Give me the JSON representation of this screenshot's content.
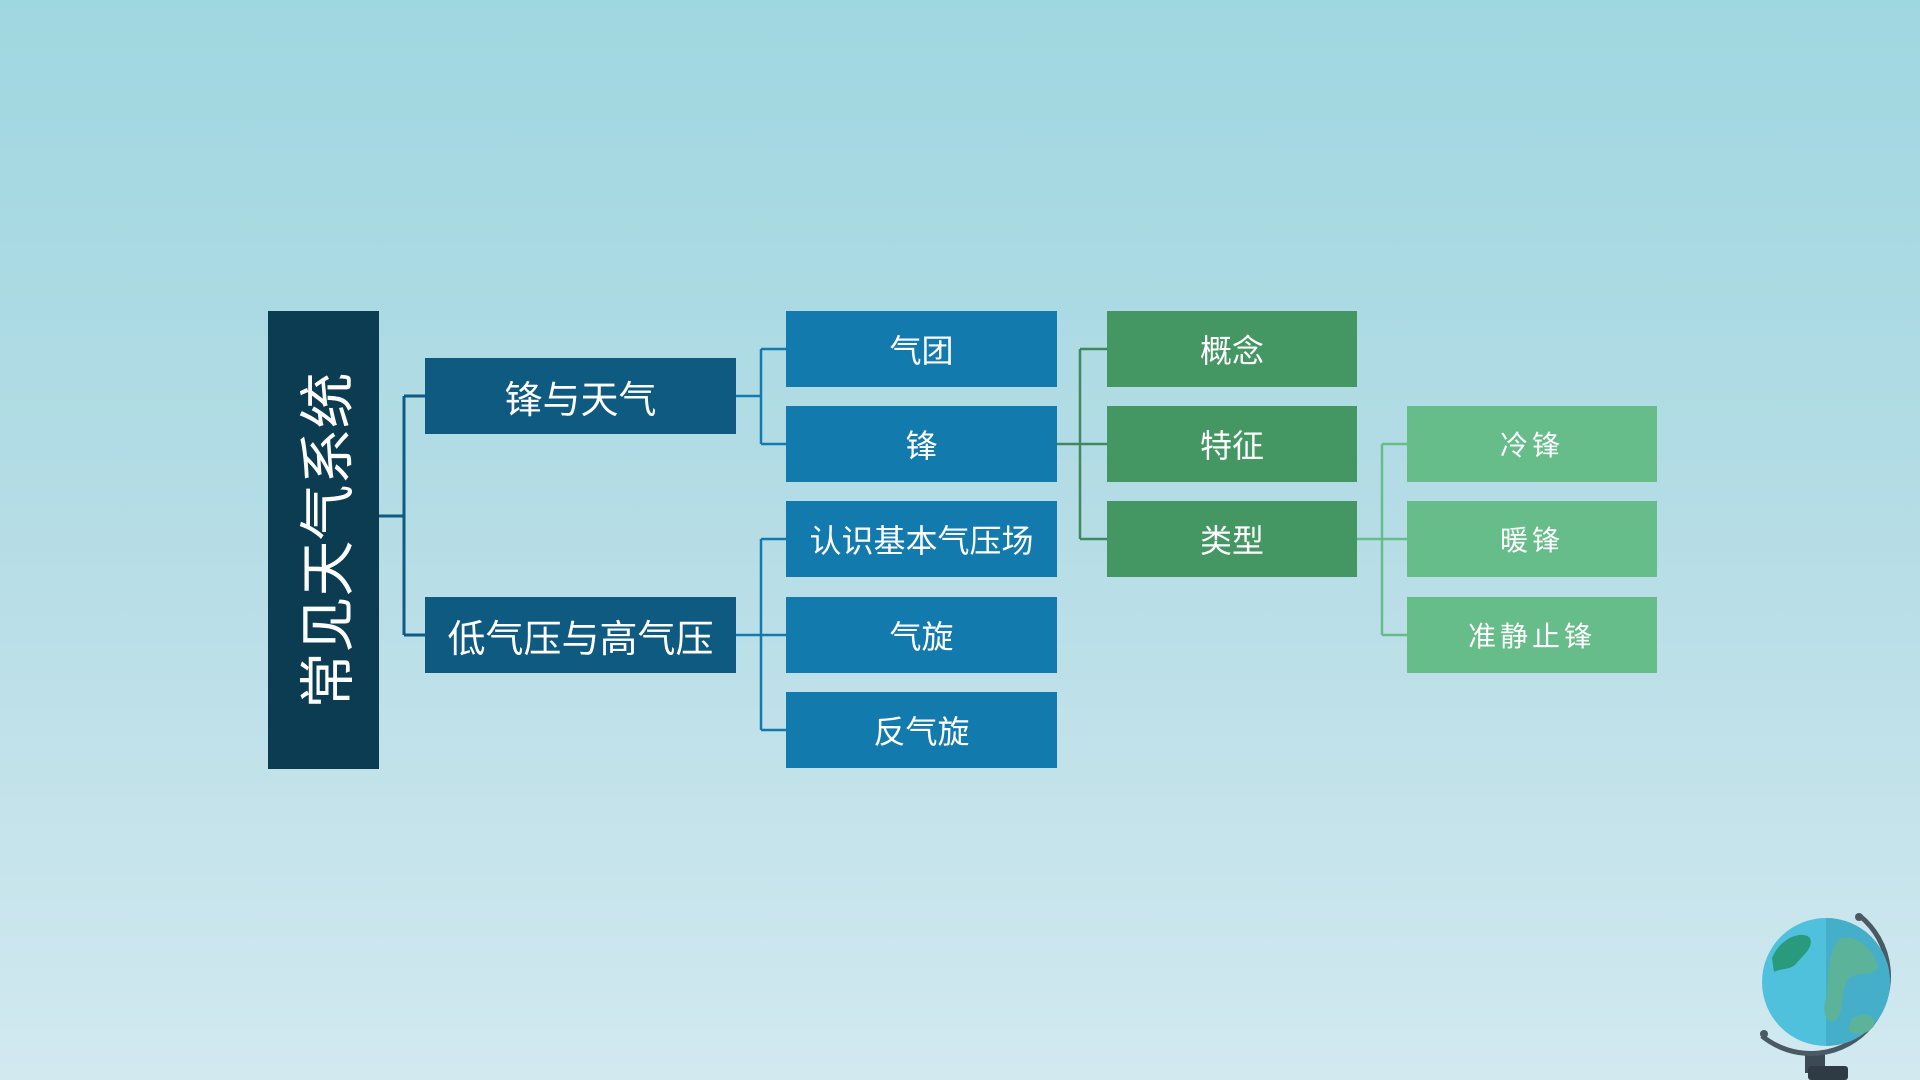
{
  "diagram": {
    "root": "常见天气系统",
    "branches": [
      {
        "label": "锋与天气",
        "children": [
          {
            "label": "气团"
          },
          {
            "label": "锋",
            "children": [
              {
                "label": "概念"
              },
              {
                "label": "特征"
              },
              {
                "label": "类型",
                "children": [
                  {
                    "label": "冷锋"
                  },
                  {
                    "label": "暖锋"
                  },
                  {
                    "label": "准静止锋"
                  }
                ]
              }
            ]
          }
        ]
      },
      {
        "label": "低气压与高气压",
        "children": [
          {
            "label": "认识基本气压场"
          },
          {
            "label": "气旋"
          },
          {
            "label": "反气旋"
          }
        ]
      }
    ]
  },
  "colors": {
    "background_top": "#9fd7e0",
    "background_bottom": "#d2e9f0",
    "root": "#0b3c52",
    "level1": "#0f5a80",
    "level2": "#137aad",
    "level3": "#449763",
    "level4": "#66bd89",
    "connector_blue": "#0f5a80",
    "connector_green": "#3e8a5e"
  },
  "decoration": {
    "icon": "globe-icon"
  }
}
